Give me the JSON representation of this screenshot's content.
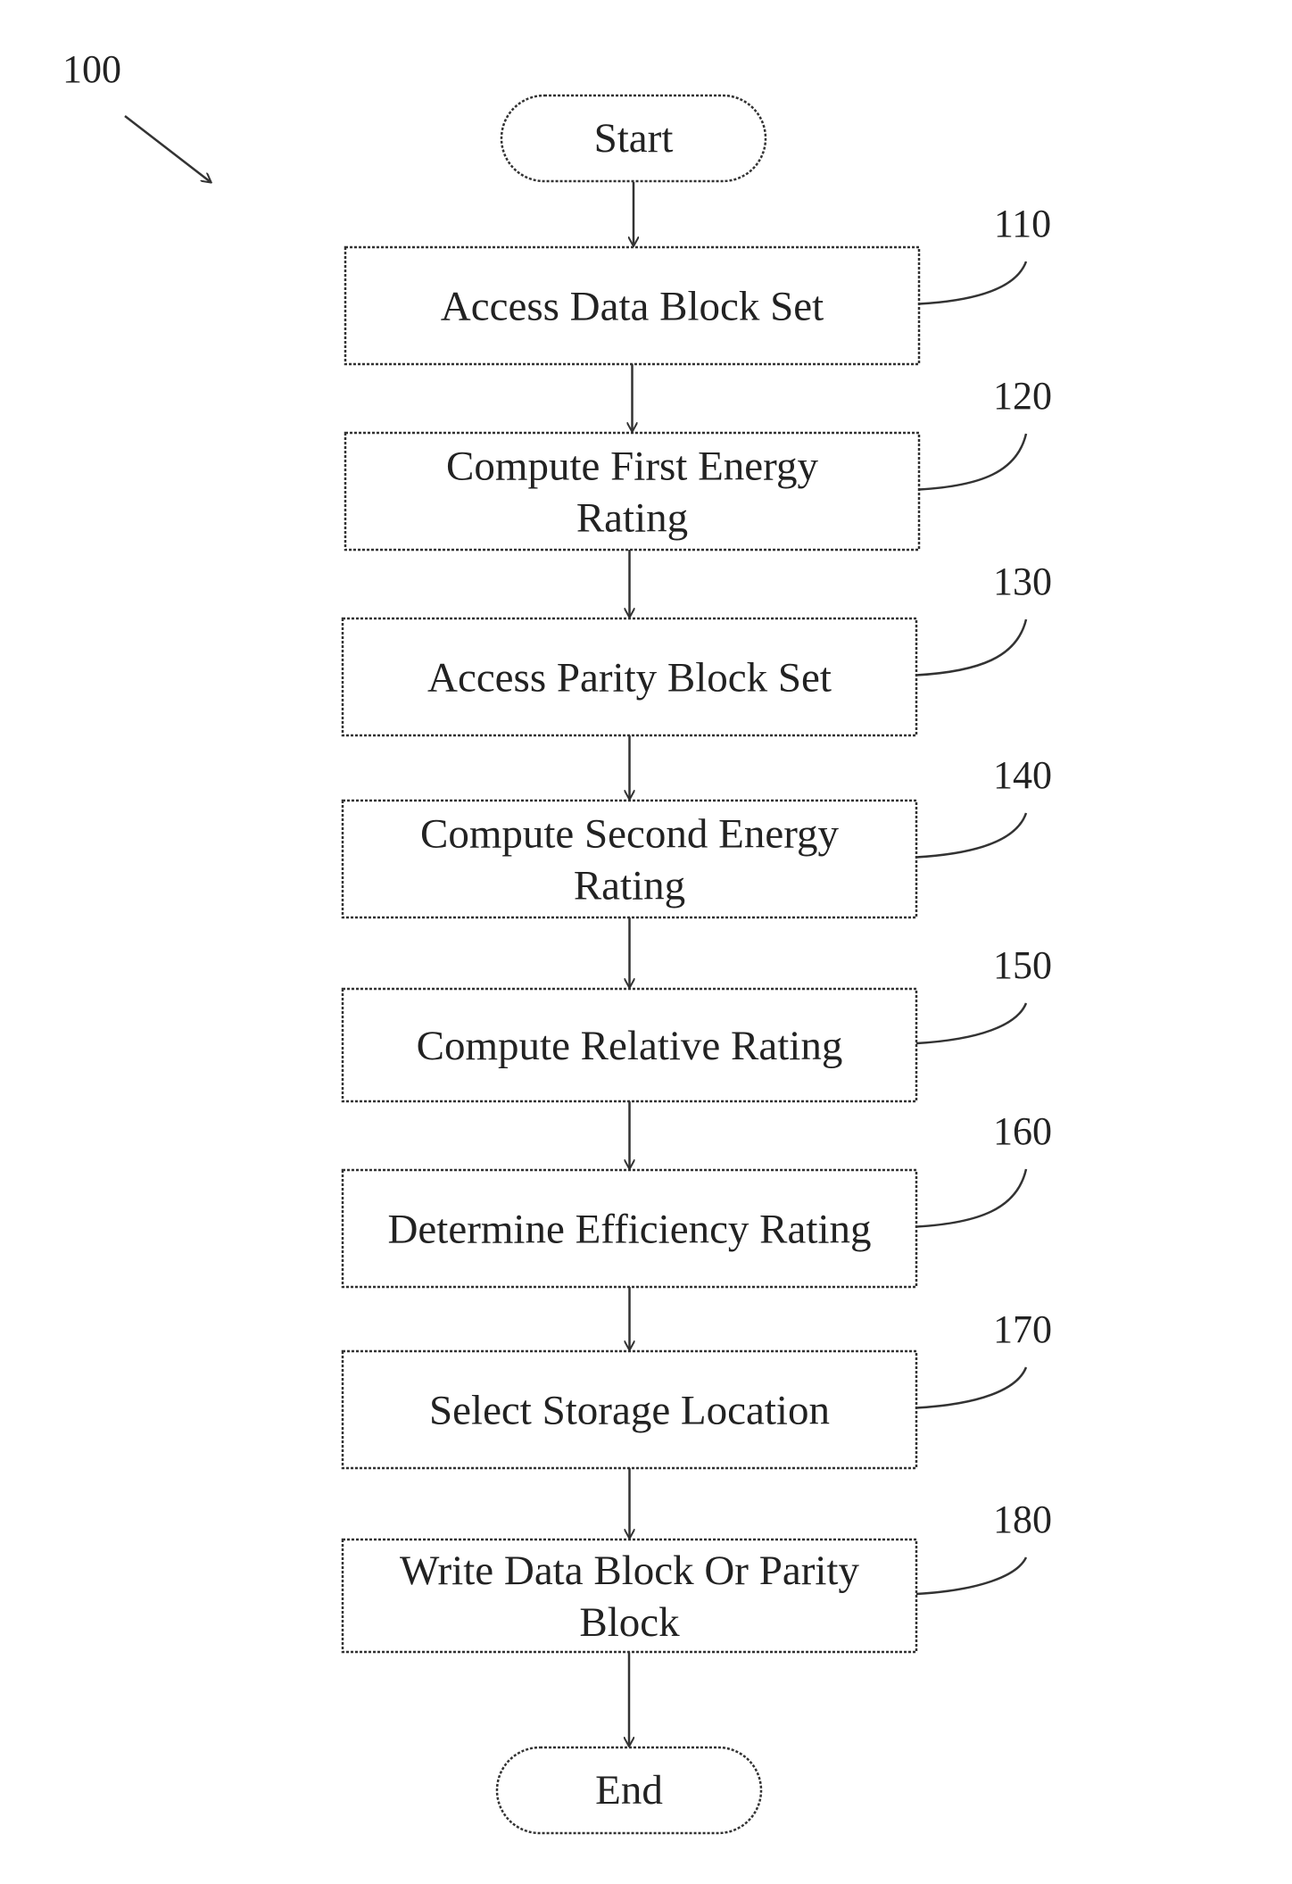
{
  "figure": {
    "ref_number": "100",
    "start_label": "Start",
    "end_label": "End",
    "steps": [
      {
        "ref": "110",
        "lines": [
          "Access Data Block Set"
        ]
      },
      {
        "ref": "120",
        "lines": [
          "Compute First Energy",
          "Rating"
        ]
      },
      {
        "ref": "130",
        "lines": [
          "Access Parity Block Set"
        ]
      },
      {
        "ref": "140",
        "lines": [
          "Compute Second Energy",
          "Rating"
        ]
      },
      {
        "ref": "150",
        "lines": [
          "Compute Relative Rating"
        ]
      },
      {
        "ref": "160",
        "lines": [
          "Determine Efficiency Rating"
        ]
      },
      {
        "ref": "170",
        "lines": [
          "Select Storage Location"
        ]
      },
      {
        "ref": "180",
        "lines": [
          "Write Data Block Or Parity",
          "Block"
        ]
      }
    ]
  },
  "colors": {
    "stroke": "#333333",
    "text": "#222222",
    "background": "#ffffff"
  }
}
